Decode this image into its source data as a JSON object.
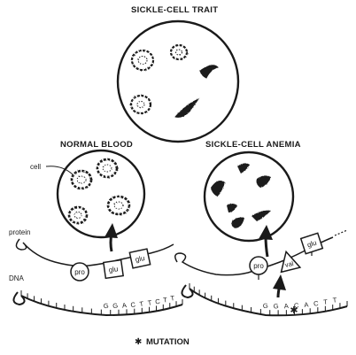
{
  "titles": {
    "trait": "SICKLE-CELL TRAIT",
    "normal": "NORMAL BLOOD",
    "anemia": "SICKLE-CELL ANEMIA"
  },
  "labels": {
    "cell": "cell",
    "protein": "protein",
    "dna": "DNA"
  },
  "normal_protein": [
    "pro",
    "glu",
    "glu"
  ],
  "anemia_protein": [
    "pro",
    "val",
    "glu"
  ],
  "normal_dna_sequence": [
    "G",
    "G",
    "A",
    "C",
    "T",
    "T",
    "C",
    "T",
    "T"
  ],
  "anemia_dna_sequence": [
    "G",
    "G",
    "A",
    "C",
    "A",
    "C",
    "T",
    "T"
  ],
  "mutation_marker": "✱",
  "legend": {
    "symbol": "✱",
    "text": "MUTATION"
  },
  "colors": {
    "ink": "#1a1a1a",
    "background": "#ffffff"
  }
}
